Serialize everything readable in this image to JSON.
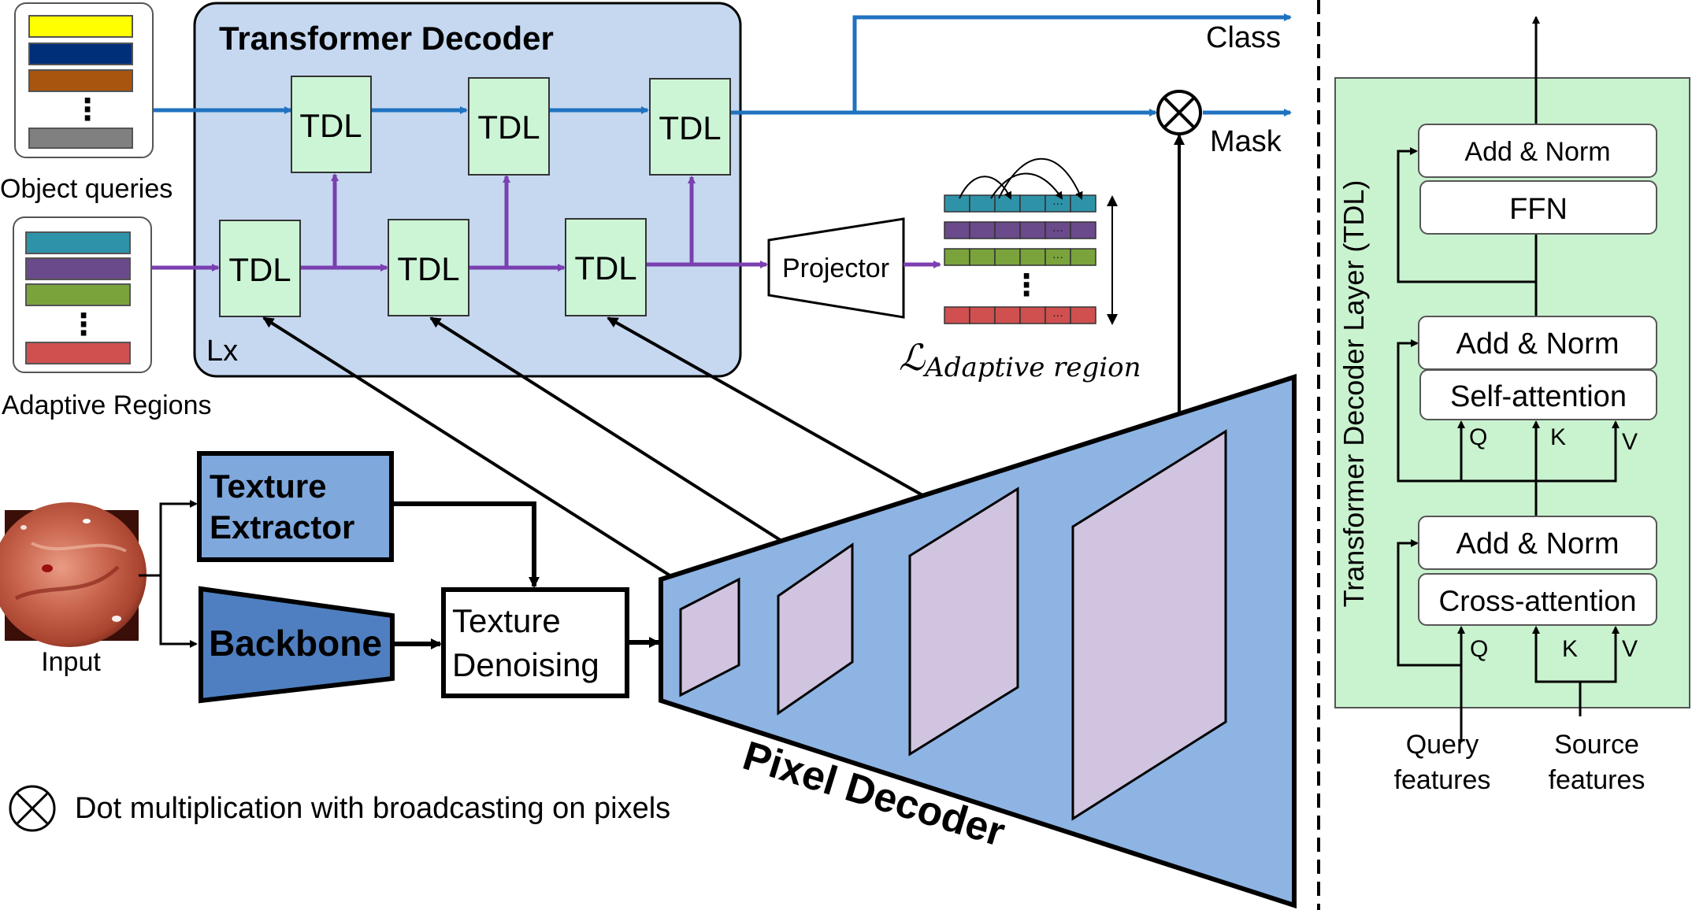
{
  "colors": {
    "blue_arrow": "#1f72c0",
    "purple_arrow": "#7a3fb0",
    "decoder_bg": "#c5d8f0",
    "tdl_fill": "#ccf5d6",
    "pixel_decoder_fill": "#8eb4e3",
    "feature_map_fill": "#d0c4e0",
    "texture_extractor_fill": "#7fa8dd",
    "backbone_fill": "#4f7fc0",
    "tdl_panel_fill": "#c9f2cf",
    "query_colors": [
      "#ffff00",
      "#002f7a",
      "#a8550f",
      "#808080"
    ],
    "region_colors": [
      "#2e93a8",
      "#6a4a8a",
      "#7aa33c",
      "#d05050"
    ]
  },
  "transformer_decoder": {
    "title": "Transformer Decoder",
    "repeat_label": "Lx",
    "tdl_label": "TDL"
  },
  "inputs": {
    "object_queries_label": "Object queries",
    "adaptive_regions_label": "Adaptive Regions",
    "input_label": "Input",
    "ellipsis": "⋮"
  },
  "outputs": {
    "class_label": "Class",
    "mask_label": "Mask"
  },
  "projector": {
    "label": "Projector",
    "loss_label": "ℒ",
    "loss_subscript": "Adaptive region",
    "cell_ellipsis": "···"
  },
  "modules": {
    "texture_extractor": "Texture Extractor",
    "texture_extractor_line1": "Texture",
    "texture_extractor_line2": "Extractor",
    "backbone": "Backbone",
    "texture_denoising_line1": "Texture",
    "texture_denoising_line2": "Denoising",
    "pixel_decoder": "Pixel Decoder"
  },
  "legend": {
    "otimes_text": "Dot multiplication with broadcasting on pixels"
  },
  "tdl_panel": {
    "title": "Transformer Decoder Layer (TDL)",
    "add_norm": "Add & Norm",
    "ffn": "FFN",
    "self_attention": "Self-attention",
    "cross_attention": "Cross-attention",
    "q": "Q",
    "k": "K",
    "v": "V",
    "query_features_line1": "Query",
    "query_features_line2": "features",
    "source_features_line1": "Source",
    "source_features_line2": "features"
  }
}
